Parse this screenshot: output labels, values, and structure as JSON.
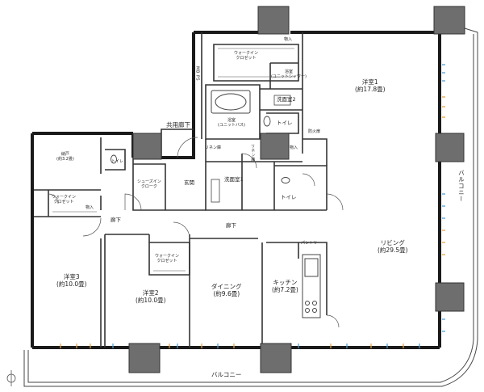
{
  "rooms": {
    "western1": {
      "name": "洋室1",
      "size": "(約17.8畳)"
    },
    "western2": {
      "name": "洋室2",
      "size": "(約10.0畳)"
    },
    "western3": {
      "name": "洋室3",
      "size": "(約10.0畳)"
    },
    "living": {
      "name": "リビング",
      "size": "(約29.5畳)"
    },
    "dining": {
      "name": "ダイニング",
      "size": "(約9.6畳)"
    },
    "kitchen": {
      "name": "キッチン",
      "size": "(約7.2畳)"
    },
    "storeroom": {
      "name": "納戸",
      "size": "(約3.2畳)"
    },
    "bath_main": {
      "name": "浴室",
      "sub": "(ユニットバス)"
    },
    "bath_top": {
      "name": "浴室",
      "sub": "(ユニットシャワー)"
    },
    "walkin_top": {
      "name": "ウォークイン",
      "sub": "クロゼット"
    },
    "walkin_left": {
      "name": "ウォークイン",
      "sub": "クロゼット"
    },
    "walkin_mid": {
      "name": "ウォークイン",
      "sub": "クロゼット"
    },
    "shoes_in": {
      "name": "シューズイン",
      "sub": "クローク"
    },
    "washroom1": "洗面室1",
    "washroom2": "洗面室2",
    "toilet1": "トイレ",
    "toilet2": "トイレ",
    "toilet3": "トイレ",
    "storage1": "物入",
    "storage2": "物入",
    "storage3": "物入",
    "linen1": "リネン庫",
    "linen2": "リネン庫",
    "pantry": "パントリー",
    "entrance": "玄関",
    "hall1": "廊下",
    "hall2": "廊下",
    "common_hall": "共用廊下",
    "fire_door": "防火扉",
    "mbps": "MB PS",
    "balcony_bottom": "バルコニー",
    "balcony_right": "バルコニー"
  },
  "colors": {
    "wall": "#1a1a1a",
    "column": "#6e6e6e",
    "line": "#333333",
    "window_blue": "#4a9fd4",
    "window_orange": "#e8a33d"
  }
}
